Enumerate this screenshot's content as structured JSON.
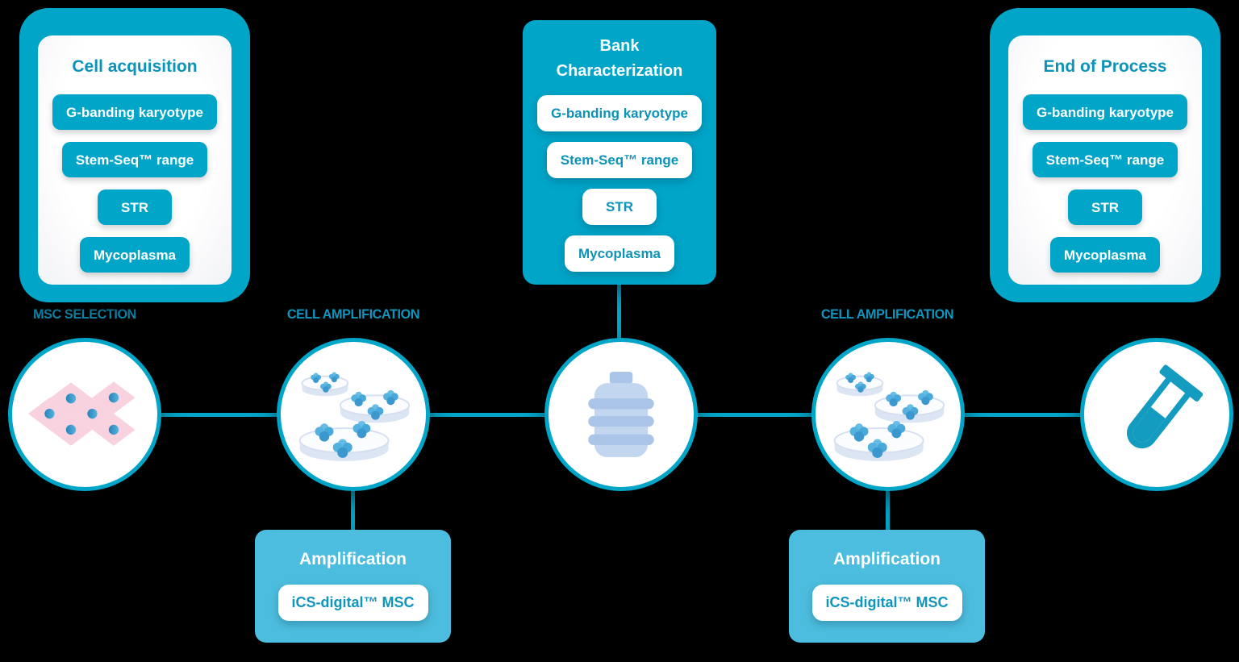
{
  "colors": {
    "background": "#000000",
    "teal": "#00a5c8",
    "teal_text": "#0d93b7",
    "light_teal": "#4cbdde",
    "pink_cell": "#f8d3df",
    "blue_nucleus": "#3796cc",
    "bottle_blue": "#c3d6ef",
    "dish_rim": "#dce5f3"
  },
  "cards": {
    "cell_acquisition": {
      "title": "Cell acquisition",
      "tests": [
        "G-banding karyotype",
        "Stem-Seq™ range",
        "STR",
        "Mycoplasma"
      ]
    },
    "bank_characterization": {
      "title": "Bank Characterization",
      "tests": [
        "G-banding karyotype",
        "Stem-Seq™ range",
        "STR",
        "Mycoplasma"
      ]
    },
    "end_of_process": {
      "title": "End of Process",
      "tests": [
        "G-banding karyotype",
        "Stem-Seq™ range",
        "STR",
        "Mycoplasma"
      ]
    },
    "amplification_left": {
      "title": "Amplification",
      "assay": "iCS-digital™ MSC"
    },
    "amplification_right": {
      "title": "Amplification",
      "assay": "iCS-digital™ MSC"
    }
  },
  "stage_labels": {
    "msc_selection": "MSC SELECTION",
    "cell_amplification_left": "CELL AMPLIFICATION",
    "cell_amplification_right": "CELL AMPLIFICATION"
  },
  "icons": {
    "stage_1": "msc-cells-icon",
    "stage_2": "petri-dishes-icon",
    "stage_3": "cell-bank-bottle-icon",
    "stage_4": "petri-dishes-icon",
    "stage_5": "test-tube-icon"
  }
}
